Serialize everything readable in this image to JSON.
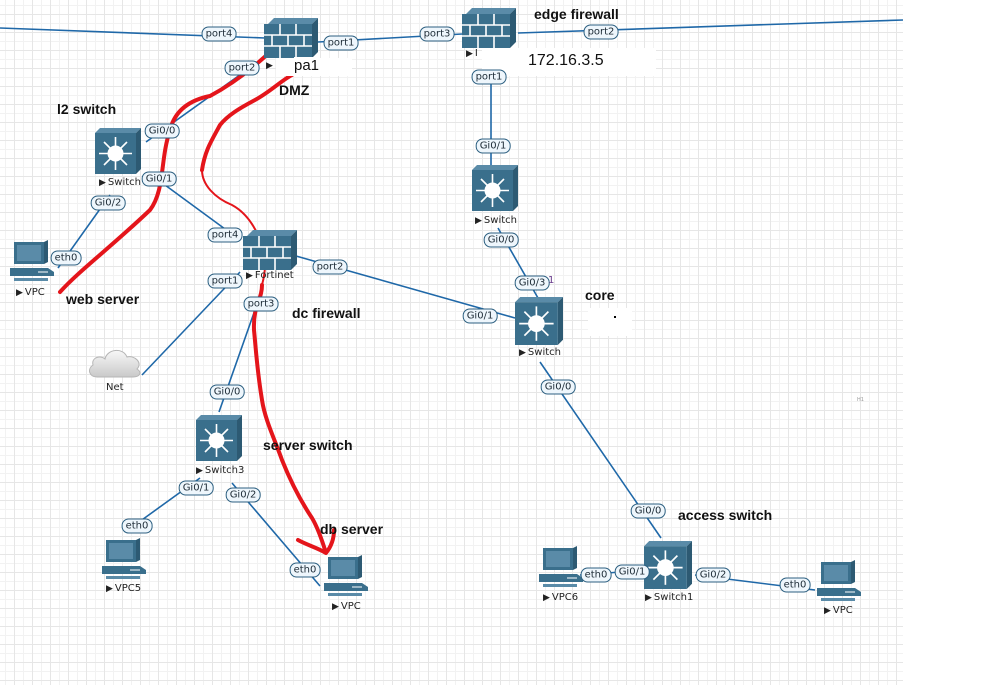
{
  "annotations": {
    "edge_firewall": "edge firewall",
    "edge_ip": "172.16.3.5",
    "l2_switch": "l2 switch",
    "web_server": "web server",
    "dmz": "DMZ",
    "pa1": "pa1",
    "dc_firewall": "dc firewall",
    "core": "core",
    "server_switch": "server switch",
    "db_server": "db server",
    "access_switch": "access switch",
    "stray_mark": "H1"
  },
  "nodes": {
    "pa_firewall": {
      "label": "",
      "icon": "firewall-icon"
    },
    "edge_firewall": {
      "label": "I",
      "icon": "firewall-icon"
    },
    "l2_switch": {
      "label": "Switch",
      "icon": "switch-icon"
    },
    "web_vpc": {
      "label": "VPC",
      "icon": "pc-icon"
    },
    "dc_fortinet": {
      "label": "Fortinet",
      "icon": "firewall-icon"
    },
    "net_cloud": {
      "label": "Net",
      "icon": "cloud-icon"
    },
    "edge_switch": {
      "label": "Switch",
      "icon": "switch-icon"
    },
    "core_switch": {
      "label": "Switch",
      "icon": "switch-icon"
    },
    "server_switch": {
      "label": "Switch3",
      "icon": "switch-icon"
    },
    "vpc5": {
      "label": "VPC5",
      "icon": "pc-icon"
    },
    "db_vpc": {
      "label": "VPC",
      "icon": "pc-icon"
    },
    "vpc6": {
      "label": "VPC6",
      "icon": "pc-icon"
    },
    "access_switch": {
      "label": "Switch1",
      "icon": "switch-icon"
    },
    "access_vpc": {
      "label": "VPC",
      "icon": "pc-icon"
    }
  },
  "ports": {
    "pa_port4": "port4",
    "pa_port1": "port1",
    "pa_port2": "port2",
    "edge_port3": "port3",
    "edge_port2": "port2",
    "edge_port1": "port1",
    "l2_gi00": "Gi0/0",
    "l2_gi01": "Gi0/1",
    "l2_gi02": "Gi0/2",
    "web_eth0": "eth0",
    "dc_port4": "port4",
    "dc_port1": "port1",
    "dc_port2": "port2",
    "dc_port3": "port3",
    "es_gi01": "Gi0/1",
    "es_gi00": "Gi0/0",
    "core_gi03": "Gi0/3",
    "core_gi03_suffix": "1",
    "core_gi01": "Gi0/1",
    "core_gi00": "Gi0/0",
    "ss_gi00": "Gi0/0",
    "ss_gi01": "Gi0/1",
    "ss_gi02": "Gi0/2",
    "vpc5_eth0": "eth0",
    "db_eth0": "eth0",
    "as_gi00": "Gi0/0",
    "as_gi01": "Gi0/1",
    "as_gi02": "Gi0/2",
    "vpc6_eth0": "eth0",
    "avpc_eth0": "eth0"
  },
  "colors": {
    "link": "#1f68a8",
    "device": "#3a6f8c",
    "annotation_path": "#e4151b"
  }
}
